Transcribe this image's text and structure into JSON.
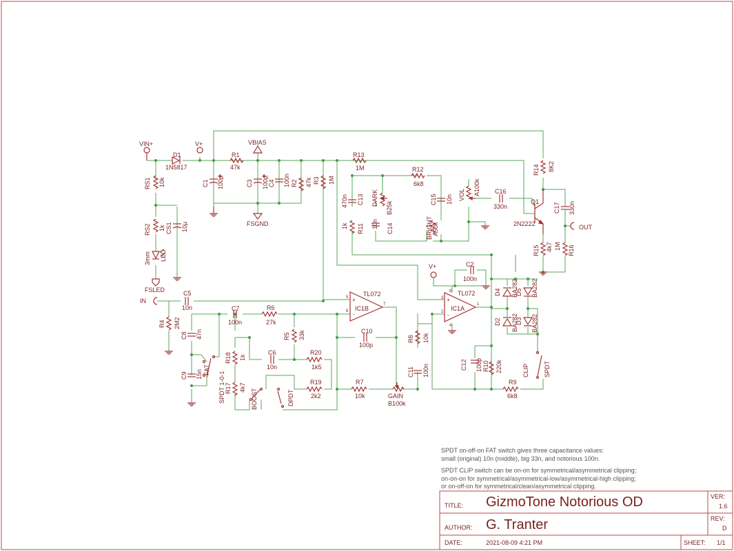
{
  "schematic": {
    "net_labels": {
      "vin": "VIN+",
      "vplus": "V+",
      "vbias": "VBIAS",
      "fsgnd": "FSGND",
      "fsled": "FSLED",
      "in": "IN",
      "out": "OUT",
      "vplus2": "V+"
    },
    "components": [
      {
        "ref": "D1",
        "value": "1N5817"
      },
      {
        "ref": "RS1",
        "value": "10k"
      },
      {
        "ref": "RS2",
        "value": "1k"
      },
      {
        "ref": "CS1",
        "value": "10µ"
      },
      {
        "ref": "LED",
        "value": "3mm"
      },
      {
        "ref": "R1",
        "value": "47k"
      },
      {
        "ref": "C1",
        "value": "100µ"
      },
      {
        "ref": "C3",
        "value": "100µ"
      },
      {
        "ref": "C4",
        "value": "100n"
      },
      {
        "ref": "R2",
        "value": "47k"
      },
      {
        "ref": "R3",
        "value": "1M"
      },
      {
        "ref": "R13",
        "value": "1M"
      },
      {
        "ref": "R14",
        "value": "8K2"
      },
      {
        "ref": "C13",
        "value": "470n"
      },
      {
        "ref": "R11",
        "value": "1k"
      },
      {
        "ref": "DARK",
        "value": "B25k"
      },
      {
        "ref": "C14",
        "value": "10n"
      },
      {
        "ref": "R12",
        "value": "6k8"
      },
      {
        "ref": "C15",
        "value": "10n"
      },
      {
        "ref": "BRIGHT",
        "value": "A50k"
      },
      {
        "ref": "VOL",
        "value": "A100k"
      },
      {
        "ref": "C16",
        "value": "330n"
      },
      {
        "ref": "Q1",
        "value": "2N2222"
      },
      {
        "ref": "C17",
        "value": "330n"
      },
      {
        "ref": "R15",
        "value": "4k7"
      },
      {
        "ref": "R16",
        "value": "1M"
      },
      {
        "ref": "C5",
        "value": "10n"
      },
      {
        "ref": "R4",
        "value": "2M2"
      },
      {
        "ref": "C8",
        "value": "47n"
      },
      {
        "ref": "C9",
        "value": "15n"
      },
      {
        "ref": "FAT",
        "value": "SPDT 1-0-1"
      },
      {
        "ref": "C7",
        "value": "100n"
      },
      {
        "ref": "R6",
        "value": "27k"
      },
      {
        "ref": "R5",
        "value": "33k"
      },
      {
        "ref": "R18",
        "value": "1k"
      },
      {
        "ref": "R17",
        "value": "4k7"
      },
      {
        "ref": "C6",
        "value": "10n"
      },
      {
        "ref": "R20",
        "value": "1k5"
      },
      {
        "ref": "R19",
        "value": "2k2"
      },
      {
        "ref": "BOOST",
        "value": "DPDT"
      },
      {
        "ref": "IC1B",
        "value": "TL072"
      },
      {
        "ref": "C10",
        "value": "100p"
      },
      {
        "ref": "R7",
        "value": "10k"
      },
      {
        "ref": "GAIN",
        "value": "B100k"
      },
      {
        "ref": "R8",
        "value": "10k"
      },
      {
        "ref": "C11",
        "value": "100n"
      },
      {
        "ref": "IC1A",
        "value": "TL072"
      },
      {
        "ref": "C2",
        "value": "100n"
      },
      {
        "ref": "C12",
        "value": "100p"
      },
      {
        "ref": "R10",
        "value": "220k"
      },
      {
        "ref": "R9",
        "value": "6k8"
      },
      {
        "ref": "D4",
        "value": "BA282"
      },
      {
        "ref": "D5",
        "value": "BA282"
      },
      {
        "ref": "D2",
        "value": "BA282"
      },
      {
        "ref": "D3",
        "value": "BA282"
      },
      {
        "ref": "CLIP",
        "value": "SPDT"
      }
    ],
    "pin_numbers": [
      "1",
      "2",
      "3",
      "4",
      "5",
      "6",
      "7",
      "8"
    ],
    "opamp_marks": {
      "plus": "+",
      "minus": "-"
    }
  },
  "notes": [
    "SPDT on-off-on FAT switch gives three capacitance values:\nsmall (original) 10n (middle), big 33n, and notorious 100n.",
    "SPDT CLIP switch can be on-on for symmetrical/asymmetrical clipping;\non-on-on for symmetrical/asymmetrical-low/asymmetrical-high clipping;\nor on-off-on for symmetrical/clean/asymmetrical clipping."
  ],
  "title_block": {
    "title_label": "TITLE:",
    "title": "GizmoTone Notorious OD",
    "author_label": "AUTHOR:",
    "author": "G. Tranter",
    "date_label": "DATE:",
    "date": "2021-08-09 4:21 PM",
    "ver_label": "VER:",
    "ver": "1.6",
    "rev_label": "REV:",
    "rev": "D",
    "sheet_label": "SHEET:",
    "sheet": "1/1"
  },
  "colors": {
    "border": "#a33333",
    "wire": "#5aa65a",
    "symbol": "#a33333",
    "junction": "#3f9f3f",
    "text": "#7a1f1f"
  }
}
